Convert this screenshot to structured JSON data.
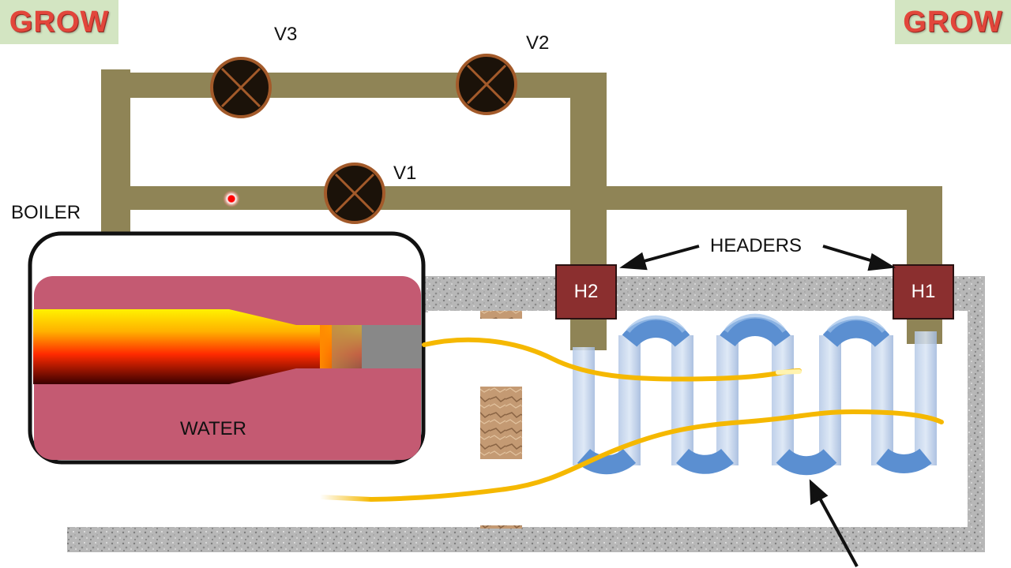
{
  "badges": {
    "left": "GROW",
    "right": "GROW"
  },
  "labels": {
    "v3": "V3",
    "v2": "V2",
    "v1": "V1",
    "boiler": "BOILER",
    "water": "WATER",
    "headers": "HEADERS",
    "h1": "H1",
    "h2": "H2"
  },
  "colors": {
    "pipe": "#8f8456",
    "valve": "#1b1209",
    "valve_ring": "#a35a2a",
    "boiler_body": "#c45a72",
    "header_box": "#8b2f2f",
    "coil": "#7aa2d6",
    "heat_line": "#f5b800",
    "gravel": "#b9b9b9"
  }
}
